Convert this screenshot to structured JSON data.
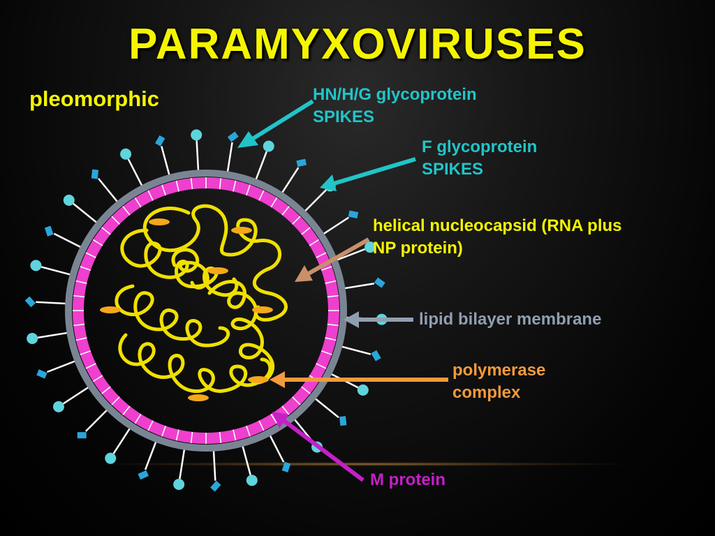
{
  "title": "PARAMYXOVIRUSES",
  "subtitle": "pleomorphic",
  "labels": {
    "hn_line1": "HN/H/G glycoprotein",
    "hn_line2": "SPIKES",
    "f_line1": "F glycoprotein",
    "f_line2": "SPIKES",
    "helical_line1": "helical nucleocapsid (RNA plus",
    "helical_line2": "NP protein)",
    "lipid": "lipid bilayer membrane",
    "poly_line1": "polymerase",
    "poly_line2": "complex",
    "m_protein": "M protein"
  },
  "colors": {
    "title": "#f5f500",
    "hn_label": "#22c4c8",
    "f_label": "#22c4c8",
    "helical_label": "#f5f500",
    "helical_arrow": "#c8906a",
    "lipid_label": "#8f9fb0",
    "lipid_arrow": "#8f9fb0",
    "poly_label": "#f39a3c",
    "poly_arrow": "#f39a3c",
    "m_label": "#c51fc8",
    "m_arrow": "#c51fc8",
    "membrane_outer": "#7a8594",
    "m_protein_ring": "#ef3fcf",
    "nucleocapsid": "#f0e000",
    "polymerase": "#f5a81a",
    "hn_spike_head": "#5fd4dc",
    "f_spike_head": "#2aa6d9"
  }
}
